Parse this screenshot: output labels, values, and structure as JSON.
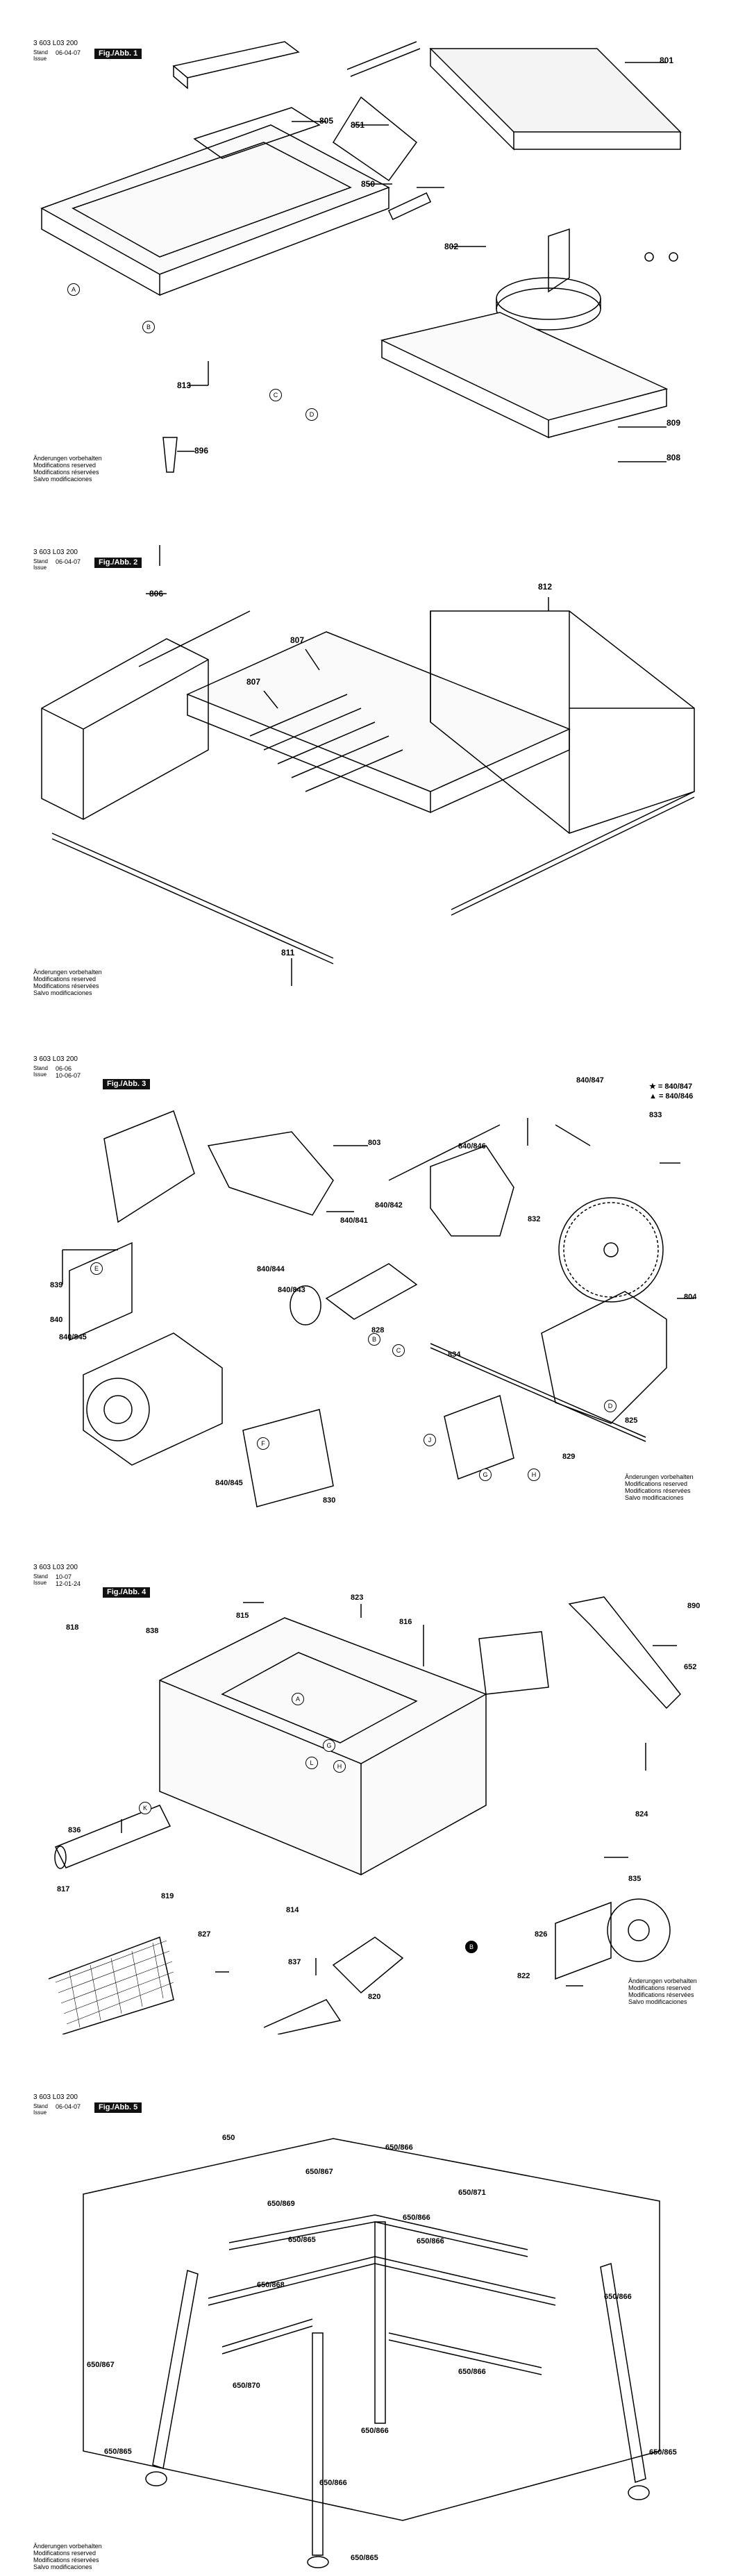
{
  "document_code": "3 603 L03 200",
  "stand_issue": "Stand\nIssue",
  "notes": [
    "Änderungen vorbehalten",
    "Modifications reserved",
    "Modifications réservées",
    "Salvo modificaciones"
  ],
  "figures": [
    {
      "id": "fig1",
      "fig_label": "Fig./Abb. 1",
      "dates": "06-04-07",
      "labels": [
        "805",
        "801",
        "851",
        "850",
        "802",
        "813",
        "809",
        "808",
        "896"
      ],
      "callouts": [
        "A",
        "B",
        "C",
        "D"
      ]
    },
    {
      "id": "fig2",
      "fig_label": "Fig./Abb. 2",
      "dates": "06-04-07",
      "labels": [
        "812",
        "806",
        "807",
        "811"
      ]
    },
    {
      "id": "fig3",
      "fig_label": "Fig./Abb. 3",
      "dates": "06-06\n10-06-07",
      "legend": [
        "★ = 840/847",
        "▲ = 840/846"
      ],
      "labels": [
        "840/847",
        "840/846",
        "833",
        "803",
        "839",
        "840/842",
        "840/841",
        "832",
        "840/844",
        "840/843",
        "804",
        "840",
        "840/845",
        "828",
        "834",
        "830",
        "829",
        "825",
        "840/845"
      ],
      "callouts": [
        "B",
        "C",
        "D",
        "E",
        "F",
        "G",
        "H",
        "J"
      ]
    },
    {
      "id": "fig4",
      "fig_label": "Fig./Abb. 4",
      "dates": "10-07\n12-01-24",
      "labels": [
        "823",
        "890",
        "818",
        "838",
        "815",
        "816",
        "652",
        "836",
        "824",
        "817",
        "819",
        "835",
        "814",
        "826",
        "837",
        "820",
        "822",
        "827"
      ],
      "callouts": [
        "A",
        "B",
        "K",
        "L",
        "G",
        "H"
      ]
    },
    {
      "id": "fig5",
      "fig_label": "Fig./Abb. 5",
      "dates": "06-04-07",
      "labels": [
        "650",
        "650/866",
        "650/867",
        "650/869",
        "650/871",
        "650/866",
        "650/866",
        "650/865",
        "650/868",
        "650/870",
        "650/866",
        "650/867",
        "650/866",
        "650/865",
        "650/866",
        "650/866",
        "650/865",
        "650/865"
      ]
    }
  ]
}
